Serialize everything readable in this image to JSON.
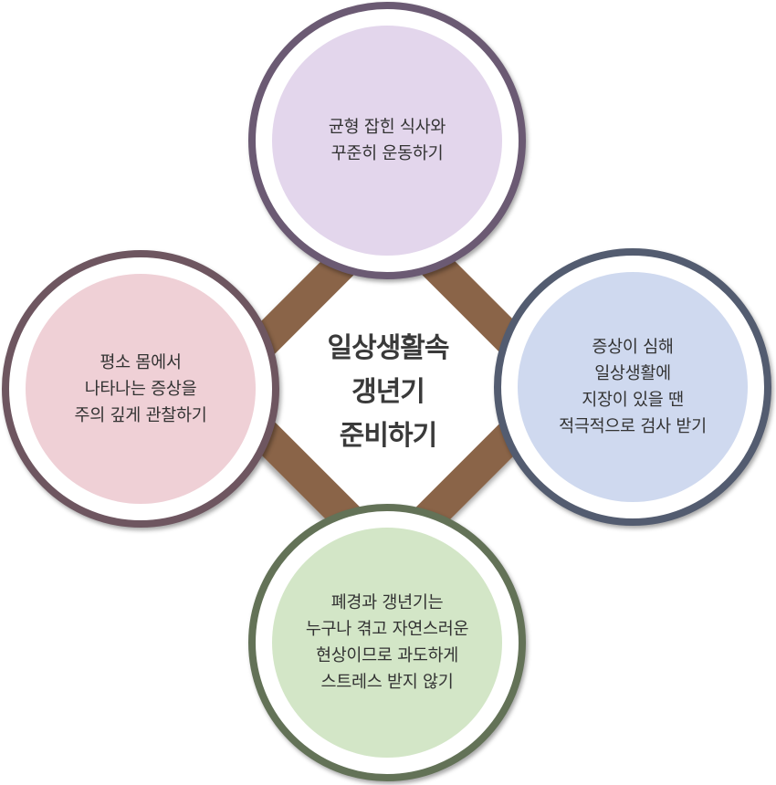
{
  "center": {
    "title": "일상생활속\n갱년기\n준비하기"
  },
  "tips": {
    "top": "균형 잡힌 식사와\n꾸준히 운동하기",
    "left": "평소 몸에서\n나타나는 증상을\n주의 깊게 관찰하기",
    "right": "증상이 심해\n일상생활에\n지장이 있을 땐\n적극적으로 검사 받기",
    "bottom": "폐경과 갱년기는\n누구나 겪고 자연스러운\n현상이므로 과도하게\n스트레스 받지 않기"
  },
  "colors": {
    "connector": "#8a6448",
    "top_ring": "#6b5a73",
    "top_fill": "#e3d6ec",
    "left_ring": "#6e5660",
    "left_fill": "#efd0d6",
    "right_ring": "#535c70",
    "right_fill": "#cfd9ef",
    "bottom_ring": "#637257",
    "bottom_fill": "#d3e6c7"
  }
}
